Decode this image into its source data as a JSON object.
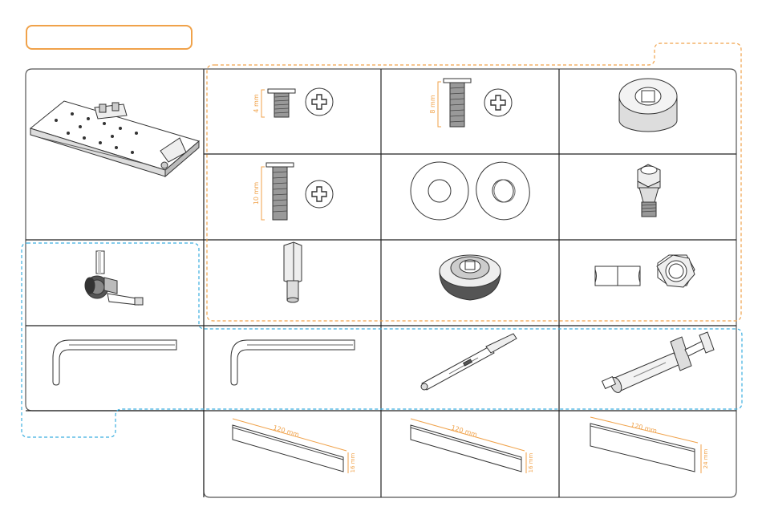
{
  "header": {
    "title": ""
  },
  "colors": {
    "line": "#3a3a3a",
    "accent_orange": "#f0a24a",
    "accent_blue": "#3aaee0",
    "metal": "#cfcfcf"
  },
  "parts": {
    "screw_4": {
      "dim": "4 mm",
      "icon": "phillips-screw-icon"
    },
    "screw_8": {
      "dim": "8 mm",
      "icon": "phillips-screw-icon"
    },
    "screw_10": {
      "dim": "10 mm",
      "icon": "phillips-screw-icon"
    },
    "tape_1": {
      "length": "120 mm",
      "width": "16 mm"
    },
    "tape_2": {
      "length": "120 mm",
      "width": "16 mm"
    },
    "tape_3": {
      "length": "120 mm",
      "width": "24 mm"
    }
  }
}
